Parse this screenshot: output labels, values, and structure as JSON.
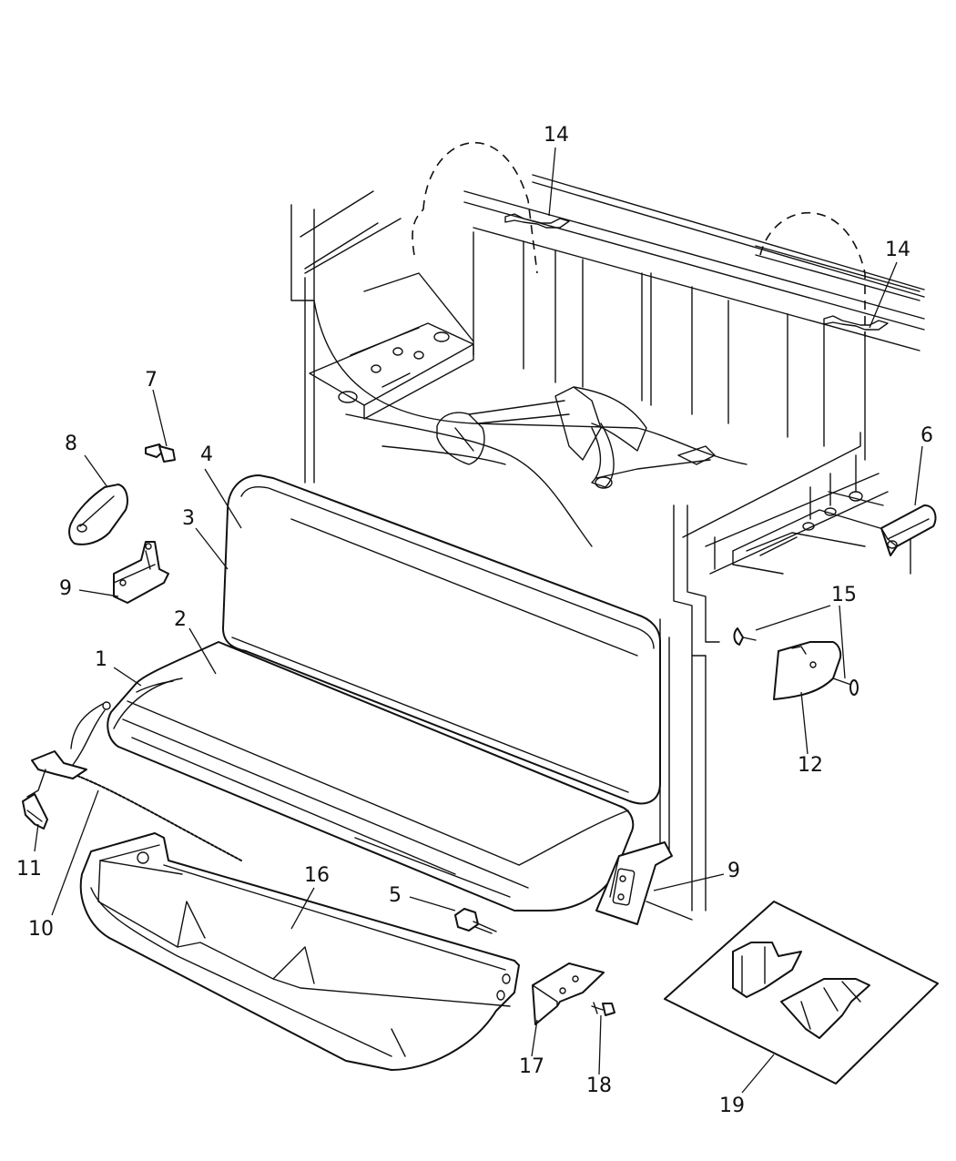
{
  "callouts": [
    {
      "id": "14a",
      "label": "14"
    },
    {
      "id": "14b",
      "label": "14"
    },
    {
      "id": "7",
      "label": "7"
    },
    {
      "id": "8",
      "label": "8"
    },
    {
      "id": "4",
      "label": "4"
    },
    {
      "id": "3",
      "label": "3"
    },
    {
      "id": "6",
      "label": "6"
    },
    {
      "id": "9a",
      "label": "9"
    },
    {
      "id": "2",
      "label": "2"
    },
    {
      "id": "15",
      "label": "15"
    },
    {
      "id": "1",
      "label": "1"
    },
    {
      "id": "12",
      "label": "12"
    },
    {
      "id": "11",
      "label": "11"
    },
    {
      "id": "16",
      "label": "16"
    },
    {
      "id": "9b",
      "label": "9"
    },
    {
      "id": "5",
      "label": "5"
    },
    {
      "id": "10",
      "label": "10"
    },
    {
      "id": "17",
      "label": "17"
    },
    {
      "id": "18",
      "label": "18"
    },
    {
      "id": "19",
      "label": "19"
    }
  ]
}
